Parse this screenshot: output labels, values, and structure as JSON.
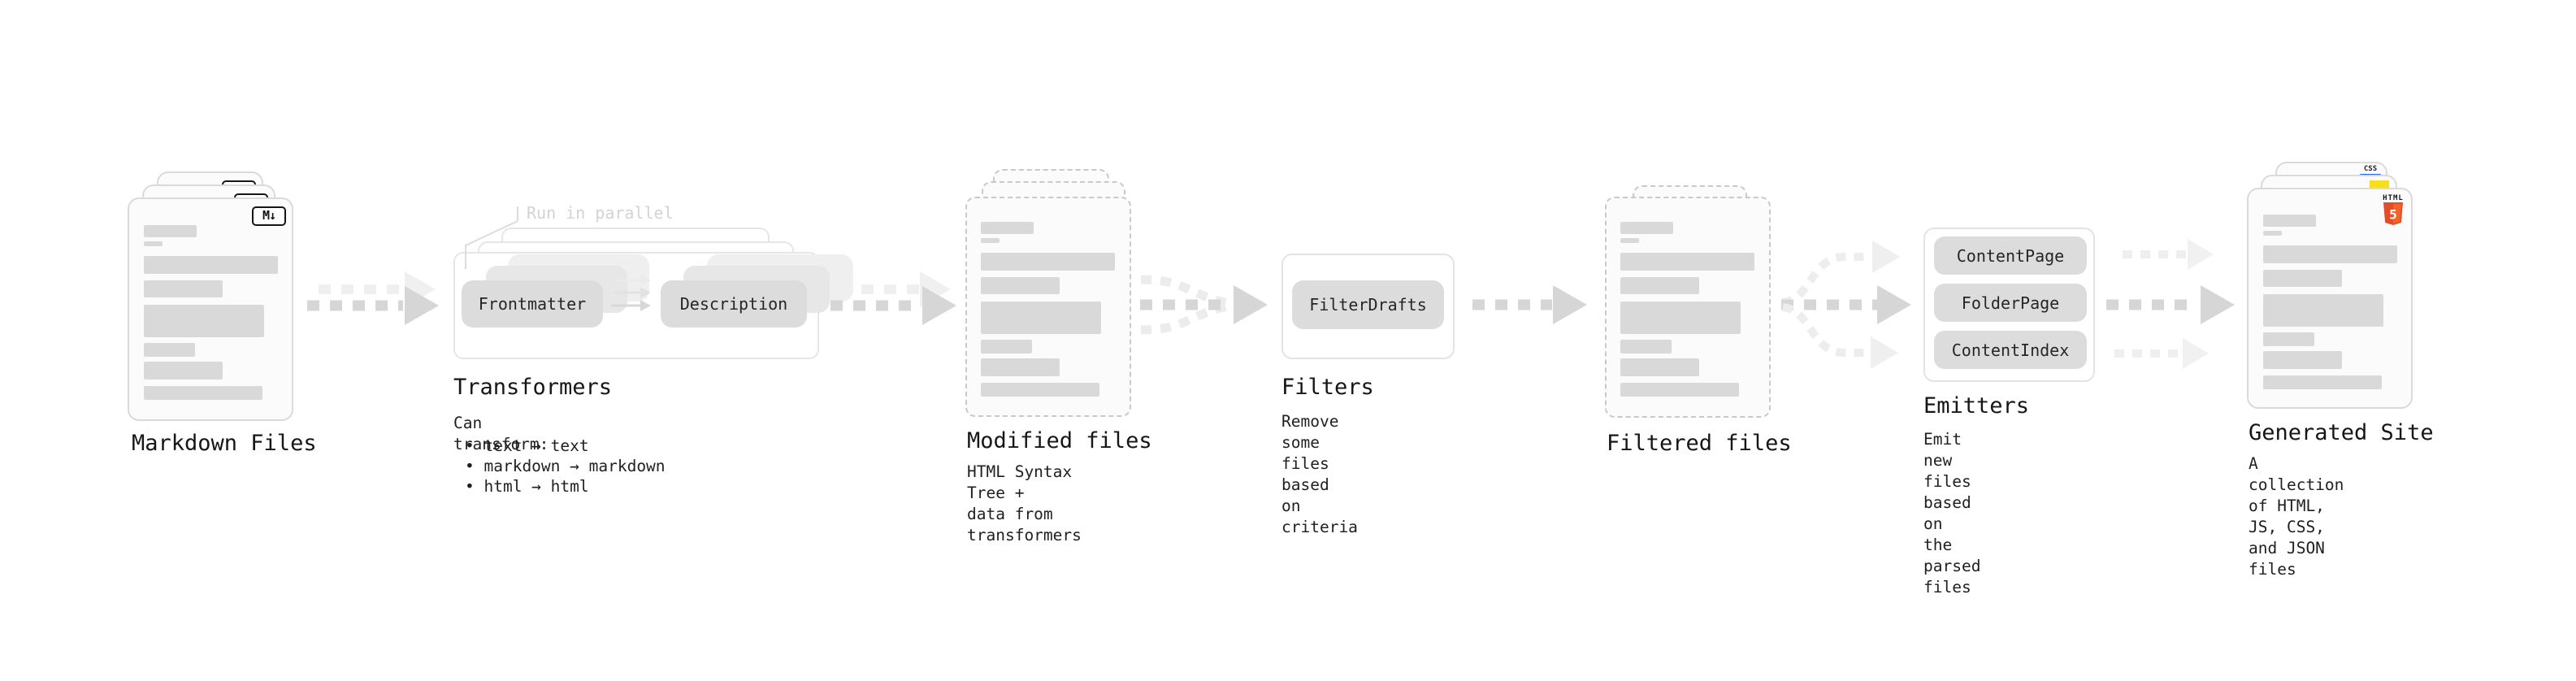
{
  "stages": {
    "markdown_files": {
      "label": "Markdown Files",
      "badge": "M↓"
    },
    "transformers": {
      "label": "Transformers",
      "note": "Run in parallel",
      "input_pill": "Frontmatter",
      "output_pill": "Description",
      "can_transform_heading": "Can transform:",
      "bullets": [
        "• text → text",
        "• markdown → markdown",
        "• html → html"
      ]
    },
    "modified_files": {
      "label": "Modified files",
      "description": "HTML Syntax Tree +\ndata from transformers"
    },
    "filters": {
      "label": "Filters",
      "pill": "FilterDrafts",
      "description": "Remove some files based\non criteria"
    },
    "filtered_files": {
      "label": "Filtered files"
    },
    "emitters": {
      "label": "Emitters",
      "pills": [
        "ContentPage",
        "FolderPage",
        "ContentIndex"
      ],
      "description": "Emit new files based on\nthe parsed files"
    },
    "generated_site": {
      "label": "Generated Site",
      "description": "A collection of HTML,\nJS, CSS, and JSON files",
      "css_badge": "CSS",
      "html_badge": "HTML",
      "html_badge_number": "5"
    }
  },
  "colors": {
    "html5_orange": "#e44d26",
    "html5_orange_light": "#f16529",
    "js_yellow": "#f7df1e",
    "css_blue": "#2965f1",
    "arrow_gray": "#d6d6d6",
    "arrow_gray_light": "#efefef",
    "pill_gray": "#dcdcdc",
    "doc_fill": "#fbfbfb",
    "text_dark": "#1a1a1a",
    "note_gray": "#d3d3d3"
  }
}
